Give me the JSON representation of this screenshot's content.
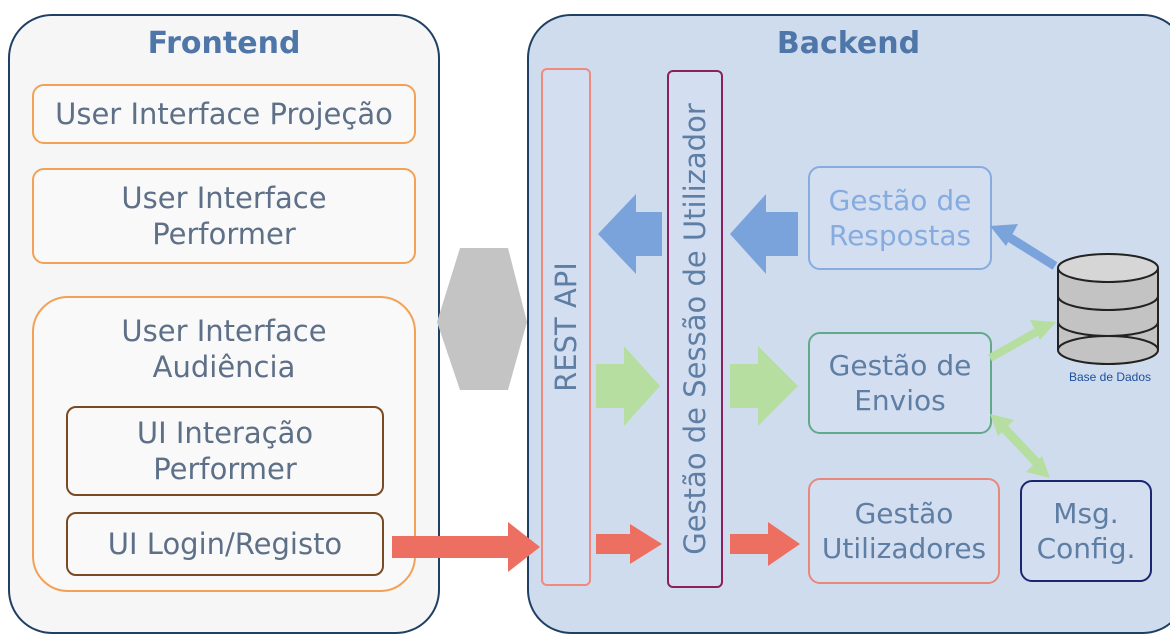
{
  "frontend": {
    "title": "Frontend",
    "ui_projecao": "User Interface Projeção",
    "ui_performer": "User Interface\nPerformer",
    "ui_audiencia": "User Interface\nAudiência",
    "ui_interacao_performer": "UI Interação\nPerformer",
    "ui_login_registo": "UI Login/Registo"
  },
  "backend": {
    "title": "Backend",
    "rest_api": "REST API",
    "session": "Gestão de Sessão de Utilizador",
    "respostas": "Gestão de\nRespostas",
    "envios": "Gestão de\nEnvios",
    "utilizadores": "Gestão\nUtilizadores",
    "msg_config": "Msg.\nConfig.",
    "database": "Base de Dados"
  },
  "colors": {
    "panel_border": "#1f3f63",
    "title": "#4e76a8",
    "frontend_box": "#f1a257",
    "ui_box": "#7a4a22",
    "rest_api_border": "#f08a7c",
    "session_border": "#8a2060",
    "respostas": "#86acdf",
    "envios": "#62a98a",
    "utilizadores": "#e8887d",
    "msg_config": "#1a2670",
    "blue_arrow": "#7aa3dc",
    "green_arrow": "#b6dea1",
    "red_arrow": "#ec6f62",
    "gray_arrow": "#c4c4c4"
  }
}
